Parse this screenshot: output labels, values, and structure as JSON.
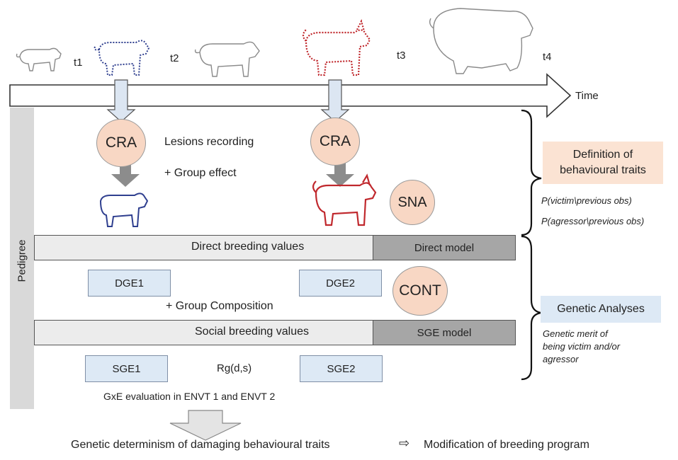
{
  "timeline": {
    "labels": [
      "t1",
      "t2",
      "t3",
      "t4"
    ],
    "axis_label": "Time"
  },
  "pedigree_label": "Pedigree",
  "phase1": {
    "cra_left": "CRA",
    "cra_right": "CRA",
    "lesions": "Lesions recording",
    "group_effect": "+ Group  effect",
    "sna": "SNA"
  },
  "direct": {
    "bar_label": "Direct breeding values",
    "model": "Direct model",
    "dge1": "DGE1",
    "dge2": "DGE2",
    "cont": "CONT",
    "group_comp": "+ Group  Composition"
  },
  "social": {
    "bar_label": "Social breeding values",
    "model": "SGE model",
    "sge1": "SGE1",
    "sge2": "SGE2",
    "rg": "Rg(d,s)",
    "gxe": "GxE evaluation in ENVT 1 and ENVT 2"
  },
  "right": {
    "definition_line1": "Definition of",
    "definition_line2": "behavioural traits",
    "p_victim": "P(victim\\previous obs)",
    "p_agressor": "P(agressor\\previous obs)",
    "genetic_analyses": "Genetic Analyses",
    "merit_line1": "Genetic merit of",
    "merit_line2": "being victim and/or",
    "merit_line3": "agressor"
  },
  "bottom": {
    "determinism": "Genetic determinism of damaging behavioural traits",
    "arrow": "⇨",
    "modification": "Modification of breeding program"
  },
  "colors": {
    "circle_fill": "#f8d7c4",
    "blue_box": "#dde9f5",
    "pig_blue": "#2f3f8f",
    "pig_red": "#c0282d",
    "pig_grey": "#8a8a8a"
  }
}
